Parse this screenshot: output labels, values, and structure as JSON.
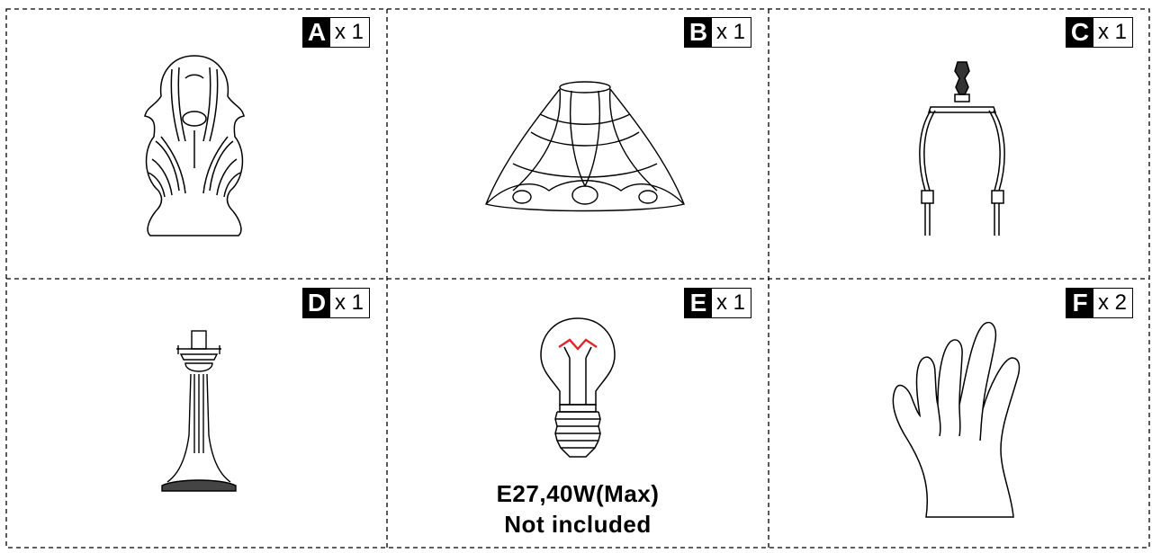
{
  "parts": [
    {
      "letter": "A",
      "qty": "x 1",
      "icon": "lamp-base-icon"
    },
    {
      "letter": "B",
      "qty": "x 1",
      "icon": "lamp-shade-icon"
    },
    {
      "letter": "C",
      "qty": "x 1",
      "icon": "harp-finial-icon"
    },
    {
      "letter": "D",
      "qty": "x 1",
      "icon": "lamp-stand-icon"
    },
    {
      "letter": "E",
      "qty": "x 1",
      "icon": "light-bulb-icon",
      "caption_line1": "E27,40W(Max)",
      "caption_line2": "Not included"
    },
    {
      "letter": "F",
      "qty": "x 2",
      "icon": "glove-icon"
    }
  ],
  "colors": {
    "border": "#000000",
    "bulb_filament": "#e0262a",
    "badge_bg": "#000000"
  }
}
